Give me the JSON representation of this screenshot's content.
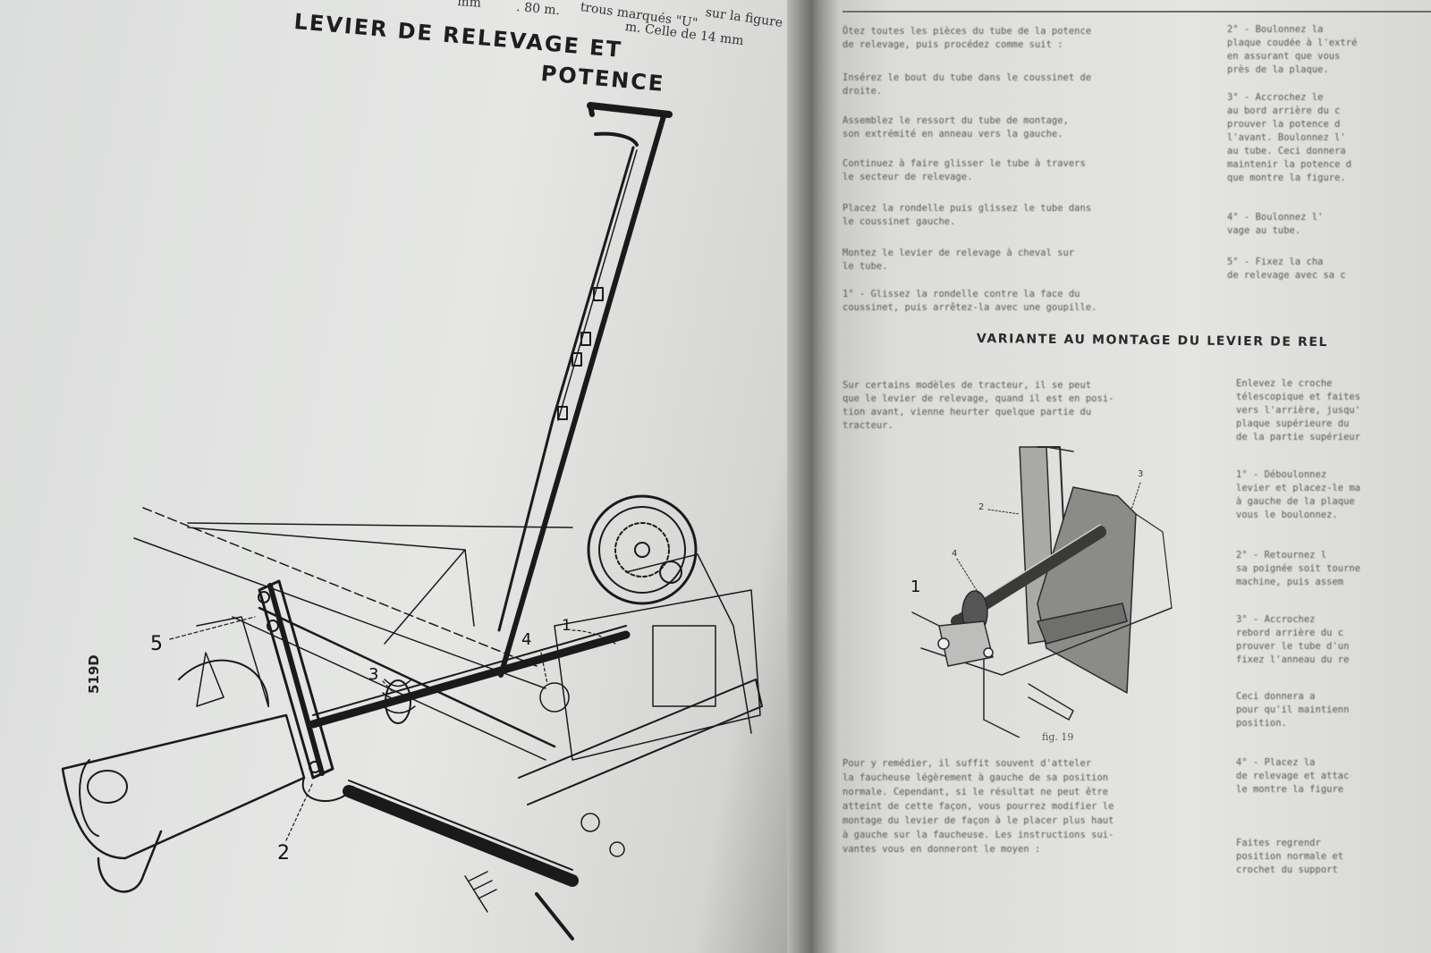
{
  "left_page": {
    "title_line1": "LEVIER DE RELEVAGE ET",
    "title_line2": "POTENCE",
    "top_fragments": [
      "mm",
      ". 80 m.",
      "sur la figure",
      "m. Celle de 14 mm",
      "trous marqués \"U\""
    ],
    "drawing_code": "519D",
    "callouts": [
      "1",
      "2",
      "3",
      "4",
      "5"
    ]
  },
  "right_page": {
    "column_left_paragraphs": [
      "Ôtez toutes les pièces du tube de la potence\nde relevage, puis procédez comme suit :",
      "Insérez le bout du tube dans le coussinet de\ndroite.",
      "Assemblez le ressort du tube de montage,\nson extrémité en anneau vers la gauche.",
      "Continuez à faire glisser le tube à travers\nle secteur de relevage.",
      "Placez la rondelle puis glissez le tube dans\nle coussinet gauche.",
      "Montez le levier de relevage à cheval sur\nle tube.",
      "1° - Glissez la rondelle contre la face du\ncoussinet, puis arrêtez-la avec une goupille."
    ],
    "column_right_paragraphs": [
      "2° - Boulonnez la\nplaque coudée à l'extré\nen assurant que vous\nprès de la plaque.",
      "3° - Accrochez le\nau bord arrière du c\nprouver la potence d\nl'avant. Boulonnez l'\nau tube. Ceci donnera\nmaintenir la potence d\nque montre la figure.",
      "4° - Boulonnez l'\nvage au tube.",
      "5° - Fixez la cha\nde relevage avec sa c"
    ],
    "section_heading": "VARIANTE AU MONTAGE DU LEVIER DE REL",
    "variant_intro": "Sur certains modèles de tracteur, il se peut\nque le levier de relevage, quand il est en posi-\ntion avant, vienne heurter quelque partie du\ntracteur.",
    "figure_caption": "fig. 19",
    "figure_labels": [
      "1",
      "2",
      "3",
      "4"
    ],
    "remedy_paragraph": "Pour y remédier, il suffit souvent d'atteler\nla faucheuse légèrement à gauche de sa position\nnormale. Cependant, si le résultat ne peut être\natteint de cette façon, vous pourrez modifier le\nmontage du levier de façon à le placer plus haut\nà gauche sur la faucheuse. Les instructions sui-\nvantes vous en donneront le moyen :",
    "variant_right_paragraphs": [
      "Enlevez le croche\ntélescopique et faites\nvers l'arrière, jusqu'\nplaque supérieure du\nde la partie supérieur",
      "1° - Déboulonnez\nlevier et placez-le ma\nà gauche de la plaque\nvous le boulonnez.",
      "2° - Retournez l\nsa poignée soit tourne\nmachine, puis assem",
      "3° - Accrochez\nrebord arrière du c\nprouver le tube d'un\nfixez l'anneau du re",
      "Ceci donnera a\npour qu'il maintienn\nposition.",
      "4° - Placez la\nde relevage et attac\nle montre la figure",
      "Faites regrendr\nposition normale et\ncrochet du support"
    ]
  }
}
